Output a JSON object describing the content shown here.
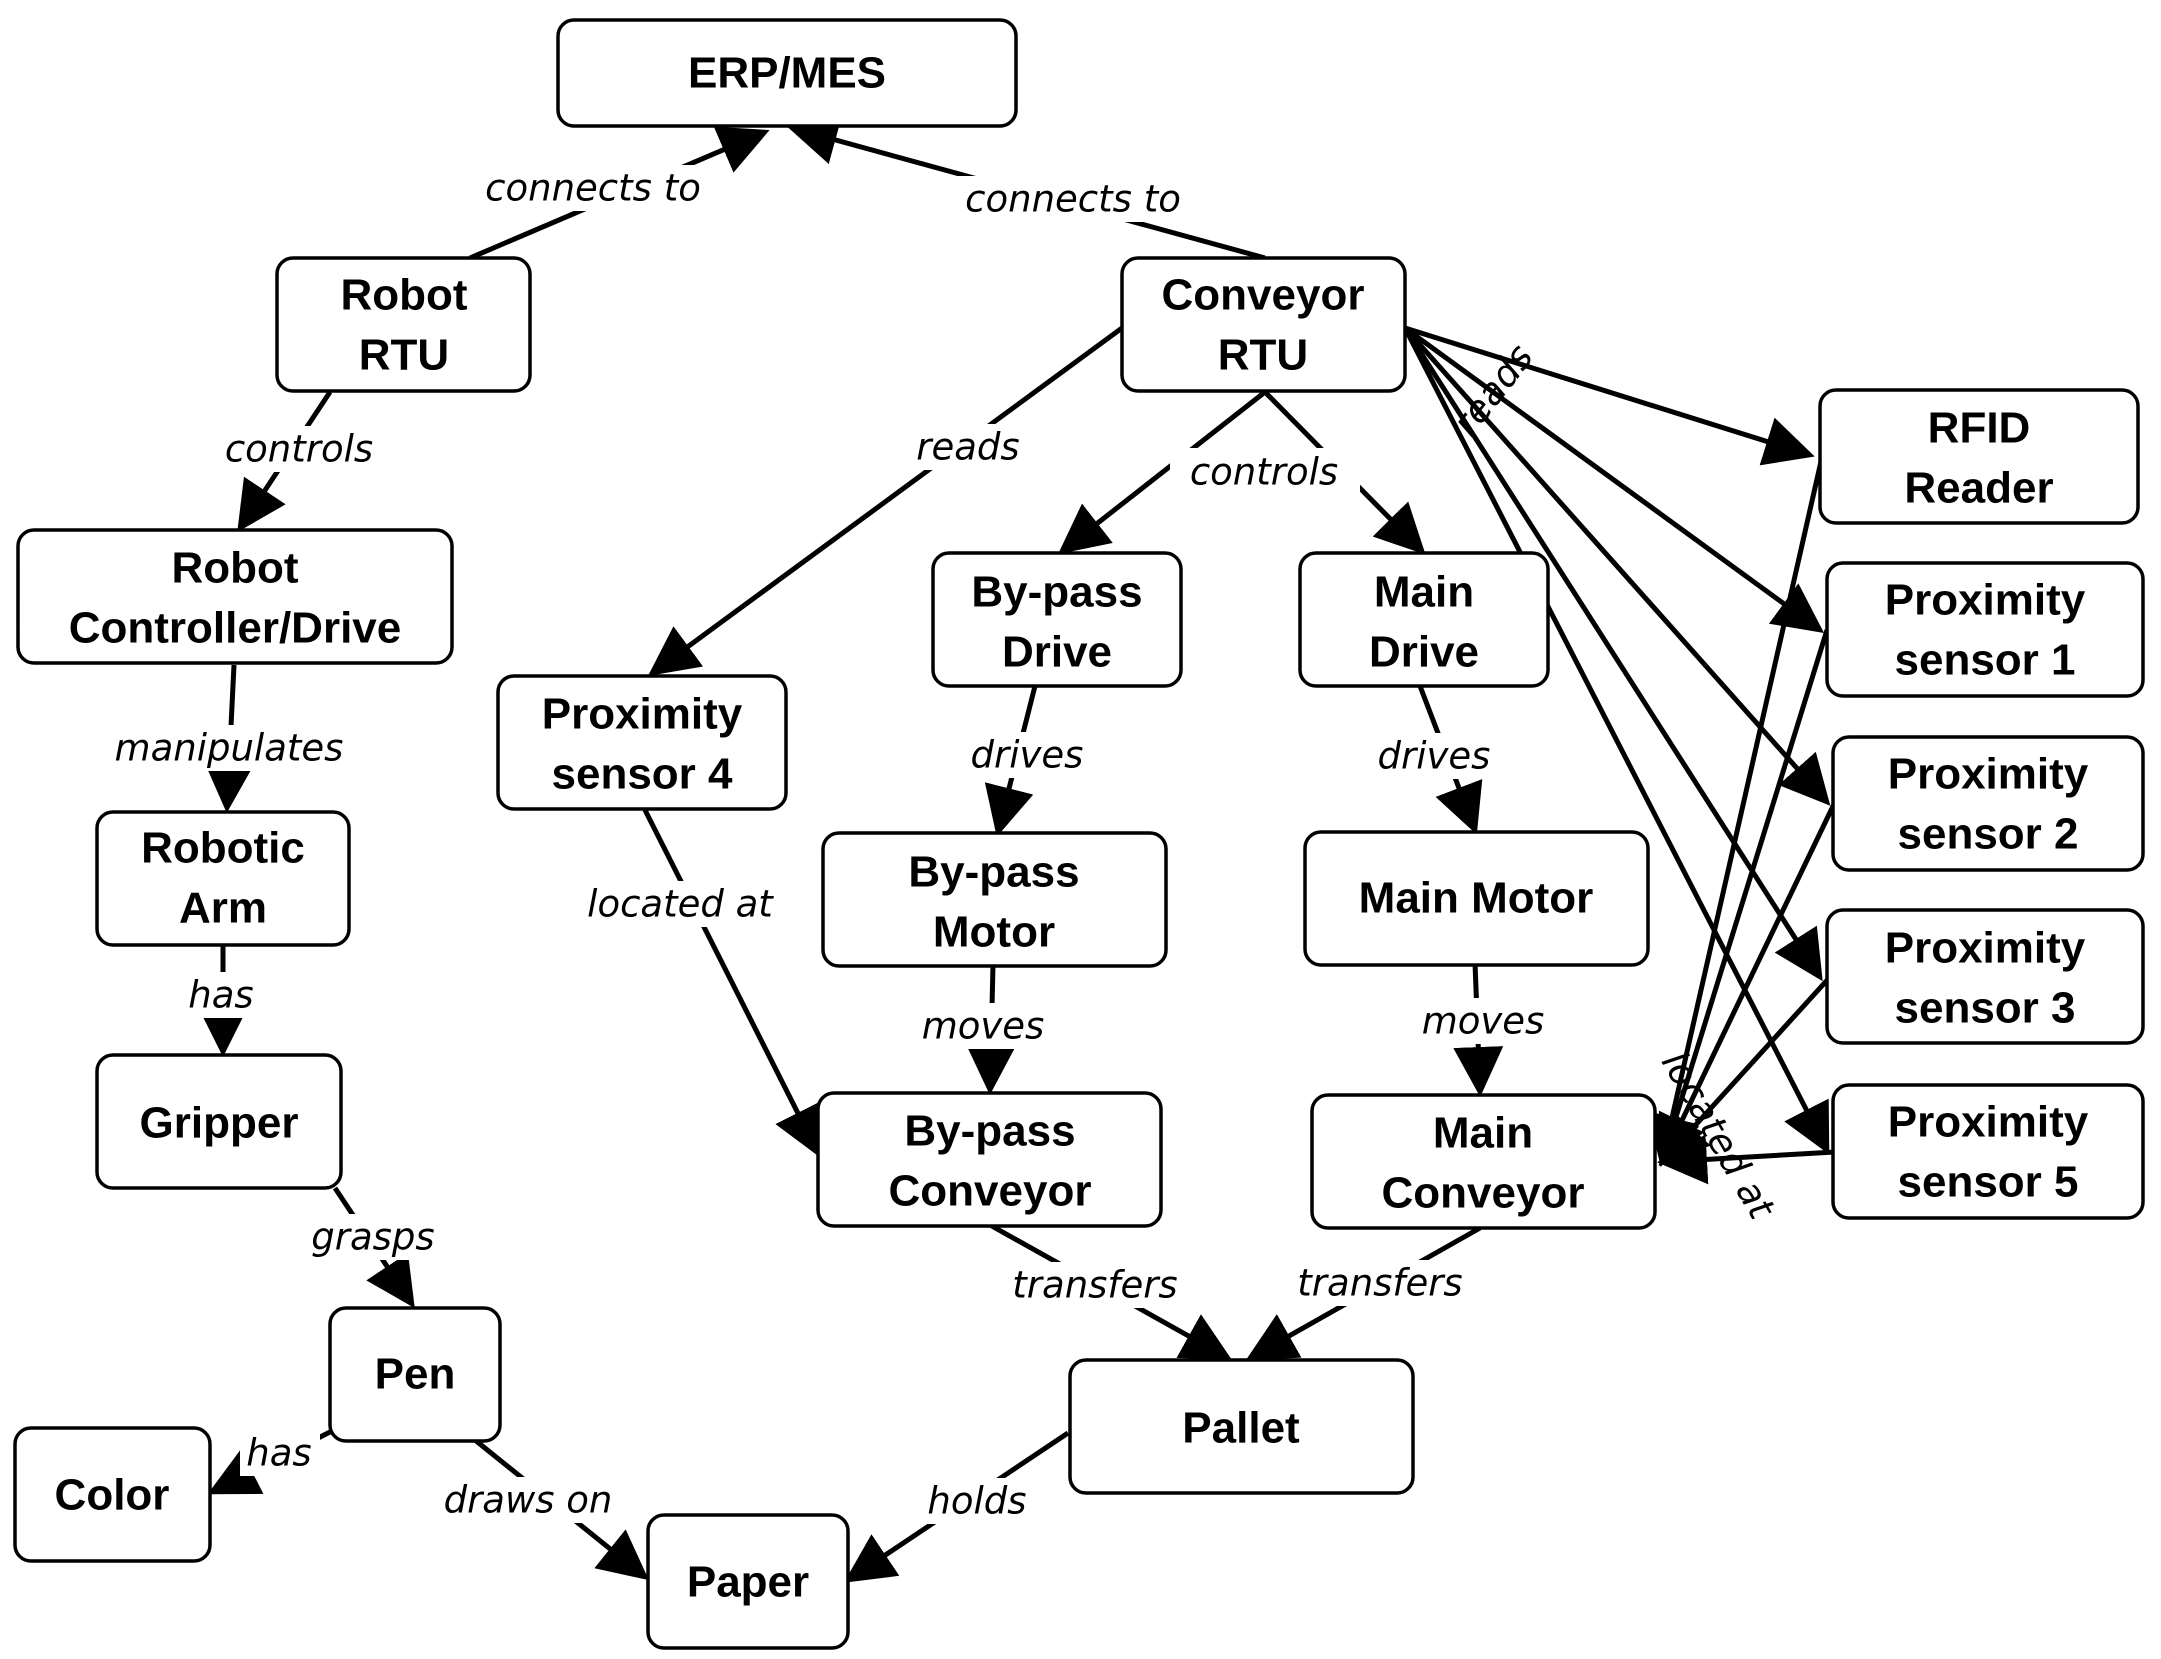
{
  "nodes": {
    "erp": [
      "ERP/MES"
    ],
    "robot_rtu": [
      "Robot",
      "RTU"
    ],
    "conveyor_rtu": [
      "Conveyor",
      "RTU"
    ],
    "robot_controller": [
      "Robot",
      "Controller/Drive"
    ],
    "robotic_arm": [
      "Robotic",
      "Arm"
    ],
    "gripper": [
      "Gripper"
    ],
    "pen": [
      "Pen"
    ],
    "color": [
      "Color"
    ],
    "paper": [
      "Paper"
    ],
    "pallet": [
      "Pallet"
    ],
    "prox4": [
      "Proximity",
      "sensor 4"
    ],
    "bypass_drive": [
      "By-pass",
      "Drive"
    ],
    "main_drive": [
      "Main",
      "Drive"
    ],
    "bypass_motor": [
      "By-pass",
      "Motor"
    ],
    "main_motor": [
      "Main Motor"
    ],
    "bypass_conveyor": [
      "By-pass",
      "Conveyor"
    ],
    "main_conveyor": [
      "Main",
      "Conveyor"
    ],
    "rfid": [
      "RFID",
      "Reader"
    ],
    "prox1": [
      "Proximity",
      "sensor 1"
    ],
    "prox2": [
      "Proximity",
      "sensor 2"
    ],
    "prox3": [
      "Proximity",
      "sensor 3"
    ],
    "prox5": [
      "Proximity",
      "sensor 5"
    ]
  },
  "edge_labels": {
    "robot_connects": "connects to",
    "conveyor_connects": "connects to",
    "robot_controls": "controls",
    "manipulates": "manipulates",
    "arm_has": "has",
    "grasps": "grasps",
    "pen_has": "has",
    "draws_on": "draws on",
    "holds": "holds",
    "reads_prox4": "reads",
    "conveyor_controls": "controls",
    "reads_right": "reads",
    "bypass_drives": "drives",
    "main_drives": "drives",
    "bypass_moves": "moves",
    "main_moves": "moves",
    "prox4_located": "located at",
    "bypass_transfers": "transfers",
    "main_transfers": "transfers",
    "right_located": "located at"
  }
}
